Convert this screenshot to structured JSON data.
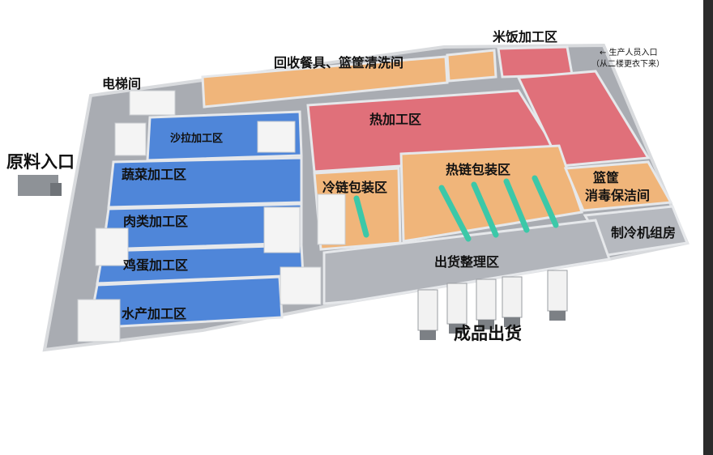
{
  "labels": {
    "raw_entrance": "原料入口",
    "elevator": "电梯间",
    "return_wash": "回收餐具、篮筐清洗间",
    "rice": "米饭加工区",
    "staff_entry_1": "← 生产人员入口",
    "staff_entry_2": "（从二楼更衣下来）",
    "salad": "沙拉加工区",
    "vegetable": "蔬菜加工区",
    "meat": "肉类加工区",
    "egg": "鸡蛋加工区",
    "seafood": "水产加工区",
    "hot_processing": "热加工区",
    "cold_pack": "冷链包装区",
    "hot_pack": "热链包装区",
    "basket_1": "篮筐",
    "basket_2": "消毒保洁间",
    "refrigeration": "制冷机组房",
    "shipping_sort": "出货整理区",
    "finished_goods": "成品出货"
  },
  "colors": {
    "floor_grey": "#a9acb2",
    "zone_blue": "#4f86d9",
    "zone_red": "#e0707a",
    "zone_orange": "#f0b57a",
    "wall": "#e6e8eb",
    "conveyor": "#3cc8a8"
  },
  "trucks": {
    "count": 5
  }
}
